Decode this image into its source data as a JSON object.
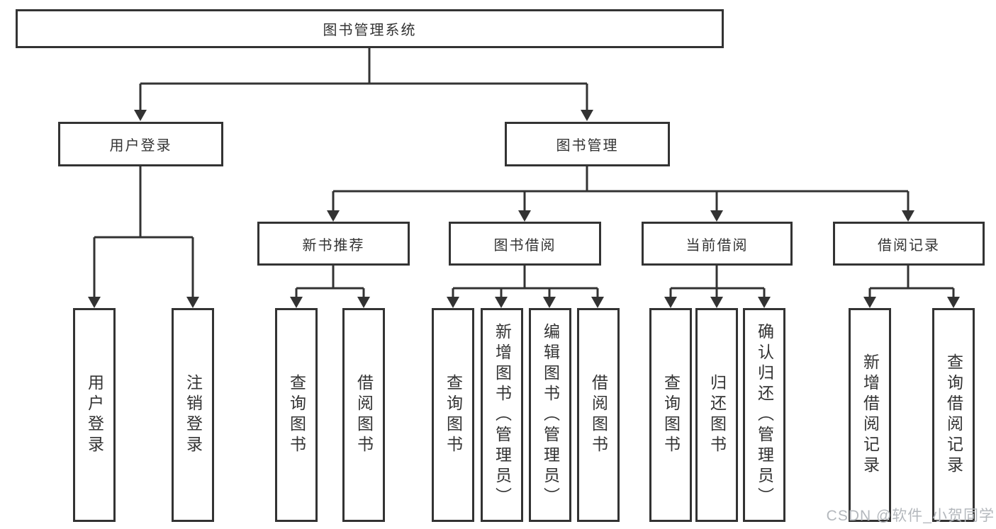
{
  "diagram": {
    "title": "图书管理系统",
    "level2": {
      "user_login": "用户登录",
      "book_management": "图书管理"
    },
    "level3": {
      "new_book_recommend": "新书推荐",
      "book_borrow": "图书借阅",
      "current_borrow": "当前借阅",
      "borrow_records": "借阅记录"
    },
    "leaves": [
      "用户登录",
      "注销登录",
      "查询图书",
      "借阅图书",
      "查询图书",
      "新增图书（管理员）",
      "编辑图书（管理员）",
      "借阅图书",
      "查询图书",
      "归还图书",
      "确认归还（管理员）",
      "新增借阅记录",
      "查询借阅记录"
    ]
  },
  "watermark": "CSDN @软件_小贺同学",
  "colors": {
    "line": "#333333",
    "box_border": "#333333",
    "text": "#333333",
    "background": "#ffffff",
    "watermark": "#b4b8bd"
  }
}
